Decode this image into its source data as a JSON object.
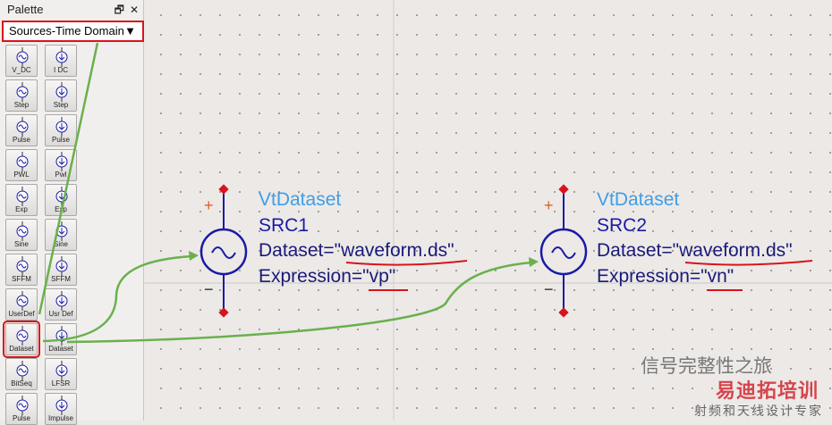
{
  "palette": {
    "title": "Palette",
    "float_icon": "restore-icon",
    "close_icon": "close-icon",
    "category": "Sources-Time Domain",
    "items": [
      [
        "V_DC",
        "I DC"
      ],
      [
        "Step",
        "Step"
      ],
      [
        "Pulse",
        "Pulse"
      ],
      [
        "PWL",
        "Pwl"
      ],
      [
        "Exp",
        "Exp"
      ],
      [
        "Sine",
        "Sine"
      ],
      [
        "SFFM",
        "SFFM"
      ],
      [
        "UserDef",
        "Usr Def"
      ],
      [
        "Dataset",
        "Dataset"
      ],
      [
        "BitSeq",
        "LFSR"
      ],
      [
        "Pulse",
        "Impulse"
      ]
    ]
  },
  "components": [
    {
      "type": "VtDataset",
      "name": "SRC1",
      "dataset": "Dataset=\"waveform.ds\"",
      "expression": "Expression=\"vp\""
    },
    {
      "type": "VtDataset",
      "name": "SRC2",
      "dataset": "Dataset=\"waveform.ds\"",
      "expression": "Expression=\"vn\""
    }
  ],
  "pins": {
    "plus": "+",
    "minus": "−"
  },
  "watermark": {
    "text": "信号完整性之旅",
    "overlay": "易迪拓培训",
    "subtitle": "射频和天线设计专家"
  },
  "colors": {
    "highlight": "#d8141a",
    "arrow": "#6ab04c",
    "symbol": "#1a1aa6"
  }
}
